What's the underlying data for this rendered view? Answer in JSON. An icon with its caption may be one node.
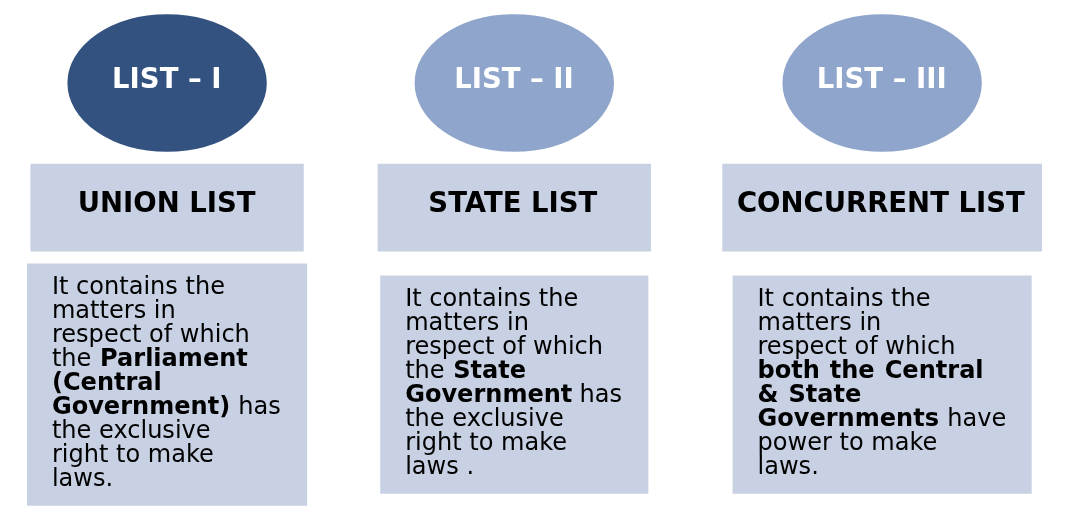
{
  "diagram": {
    "nodes": [
      {
        "text": [
          "LIST – I"
        ]
      },
      {
        "text": [
          "UNION LIST"
        ]
      },
      {
        "text": [
          "It contains the matters in respect of which the **Parliament (Central Government)** has the exclusive right to make laws."
        ]
      },
      {
        "text": [
          "LIST – II"
        ]
      },
      {
        "text": [
          "STATE LIST"
        ]
      },
      {
        "text": [
          "It contains the matters in respect of which the **State Government** has the exclusive right to make laws ."
        ]
      },
      {
        "text": [
          "LIST – III"
        ]
      },
      {
        "text": [
          "CONCURRENT LIST"
        ]
      },
      {
        "text": [
          "It contains the matters in respect of which **both the Central & State Governments** have power to make laws."
        ]
      }
    ],
    "edges": []
  }
}
